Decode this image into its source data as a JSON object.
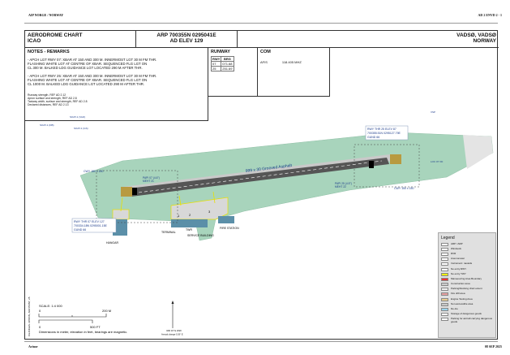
{
  "header": {
    "left": "AIP NORGE / NORWAY",
    "right": "AD 2 ENVD 2 - 1"
  },
  "footer": {
    "left": "Avinor",
    "right": "08 SEP 2025"
  },
  "title": {
    "line1": "AERODROME CHART",
    "line2": "ICAO",
    "arp": "ARP 700355N 0295041E",
    "elev": "AD ELEV 129",
    "place": "VADSØ, VADSØ",
    "country": "NORWAY"
  },
  "notes": {
    "heading": "NOTES - REMARKS",
    "p1": [
      "- APCH LGT RWY 07: XBAR AT 150 AND 300 M. INNERMOST LGT 30 M FM THR.",
      "FLASHING WHITE LGT AT CENTRE OF XBAR. SEQUENCED FLG LGT ON",
      "CL 300 M. BALKED LDG GUIDANCE LGT LOCATED 290 M AFTER THR."
    ],
    "p2": [
      "- APCH LGT RWY 25: XBAR AT 150 AND 300 M. INNERMOST LGT 30 M FM THR.",
      "FLASHING WHITE LGT AT CENTRE OF XBAR. SEQUENCED FLG LGT ON",
      "CL 1000 M. BALKED LDG GUIDANCE LGT LOCATED 290 M AFTER THR."
    ],
    "refs": [
      "Runway strength, REF AD 2.12",
      "Apron surface and strength, REF AD 2.8",
      "Taxiway width, surface and strength, REF AD 2.8",
      "Declared distances, REF AD 2.13"
    ]
  },
  "runway": {
    "heading": "RUNWAY",
    "cols": [
      "RWY",
      "BRG"
    ],
    "rows": [
      [
        "07",
        "071.68"
      ],
      [
        "25",
        "251.69"
      ]
    ]
  },
  "com": {
    "heading": "COM",
    "rows": [
      [
        "AFIS",
        "118.405 MHZ"
      ]
    ]
  },
  "map": {
    "rwy_label": "999 x 30 Grooved Asphalt",
    "rwy07": "07",
    "rwy25": "25",
    "thr07": [
      "RWY THR 07 ELEV 127",
      "700334.18N 0295001.15E",
      "GUND 66"
    ],
    "thr25": [
      "RWY THR 25 ELEV 87",
      "700355.51N 0295127.79E",
      "GUND 66"
    ],
    "papi07": [
      "PAPI 07 (4.6°)",
      "MEHT 21"
    ],
    "papi25": [
      "PAPI 25 (4.5°)",
      "MEHT 22"
    ],
    "cwy07": "CWY 180 x 150",
    "cwy25": "CWY 150 x 150",
    "soe": [
      "SOAT-1 (VHF)",
      "SOAT-1 (DB)",
      "SOAT-1 (GS)"
    ],
    "loc": "LOC 07 VD",
    "vsp": "VSP",
    "buildings": [
      "HANGAR",
      "TERMINAL",
      "TWR",
      "SERVICE BUILDING",
      "FIRE STATION"
    ],
    "stands": [
      "1",
      "2",
      "3"
    ],
    "scale": "SCALE: 1:4 000",
    "scale_m": [
      "0",
      "200 M"
    ],
    "scale_ft": [
      "0",
      "500 FT"
    ],
    "dims": "Dimensions in meter, elevation in feet, bearings are magnetic.",
    "var": [
      "VAR 16° E 2020",
      "Annual change 0.26° E"
    ],
    "changes": "CHANGES: APRON, AIM POINT, 25"
  },
  "legend": {
    "title": "Legend",
    "items": [
      "ARP / ARP",
      "Windsock",
      "RVR",
      "Anemometer",
      "Instrument: navaids",
      "No entry RWY",
      "No entry TWY",
      "Manoeuvring Area Boundary",
      "Construction area",
      "Parking/blocking chart extent",
      "Fire drill area",
      "Engine Testing Area",
      "Non-accessible area",
      "De-Ice",
      "Storage of dangerous goods",
      "Parking for aircraft carrying dangerous goods"
    ]
  },
  "colors": {
    "grass": "#a8d4bc",
    "runway": "#555555",
    "taxiline": "#e8e000",
    "apron": "#d8d8d8",
    "label": "#1a3a8a"
  }
}
